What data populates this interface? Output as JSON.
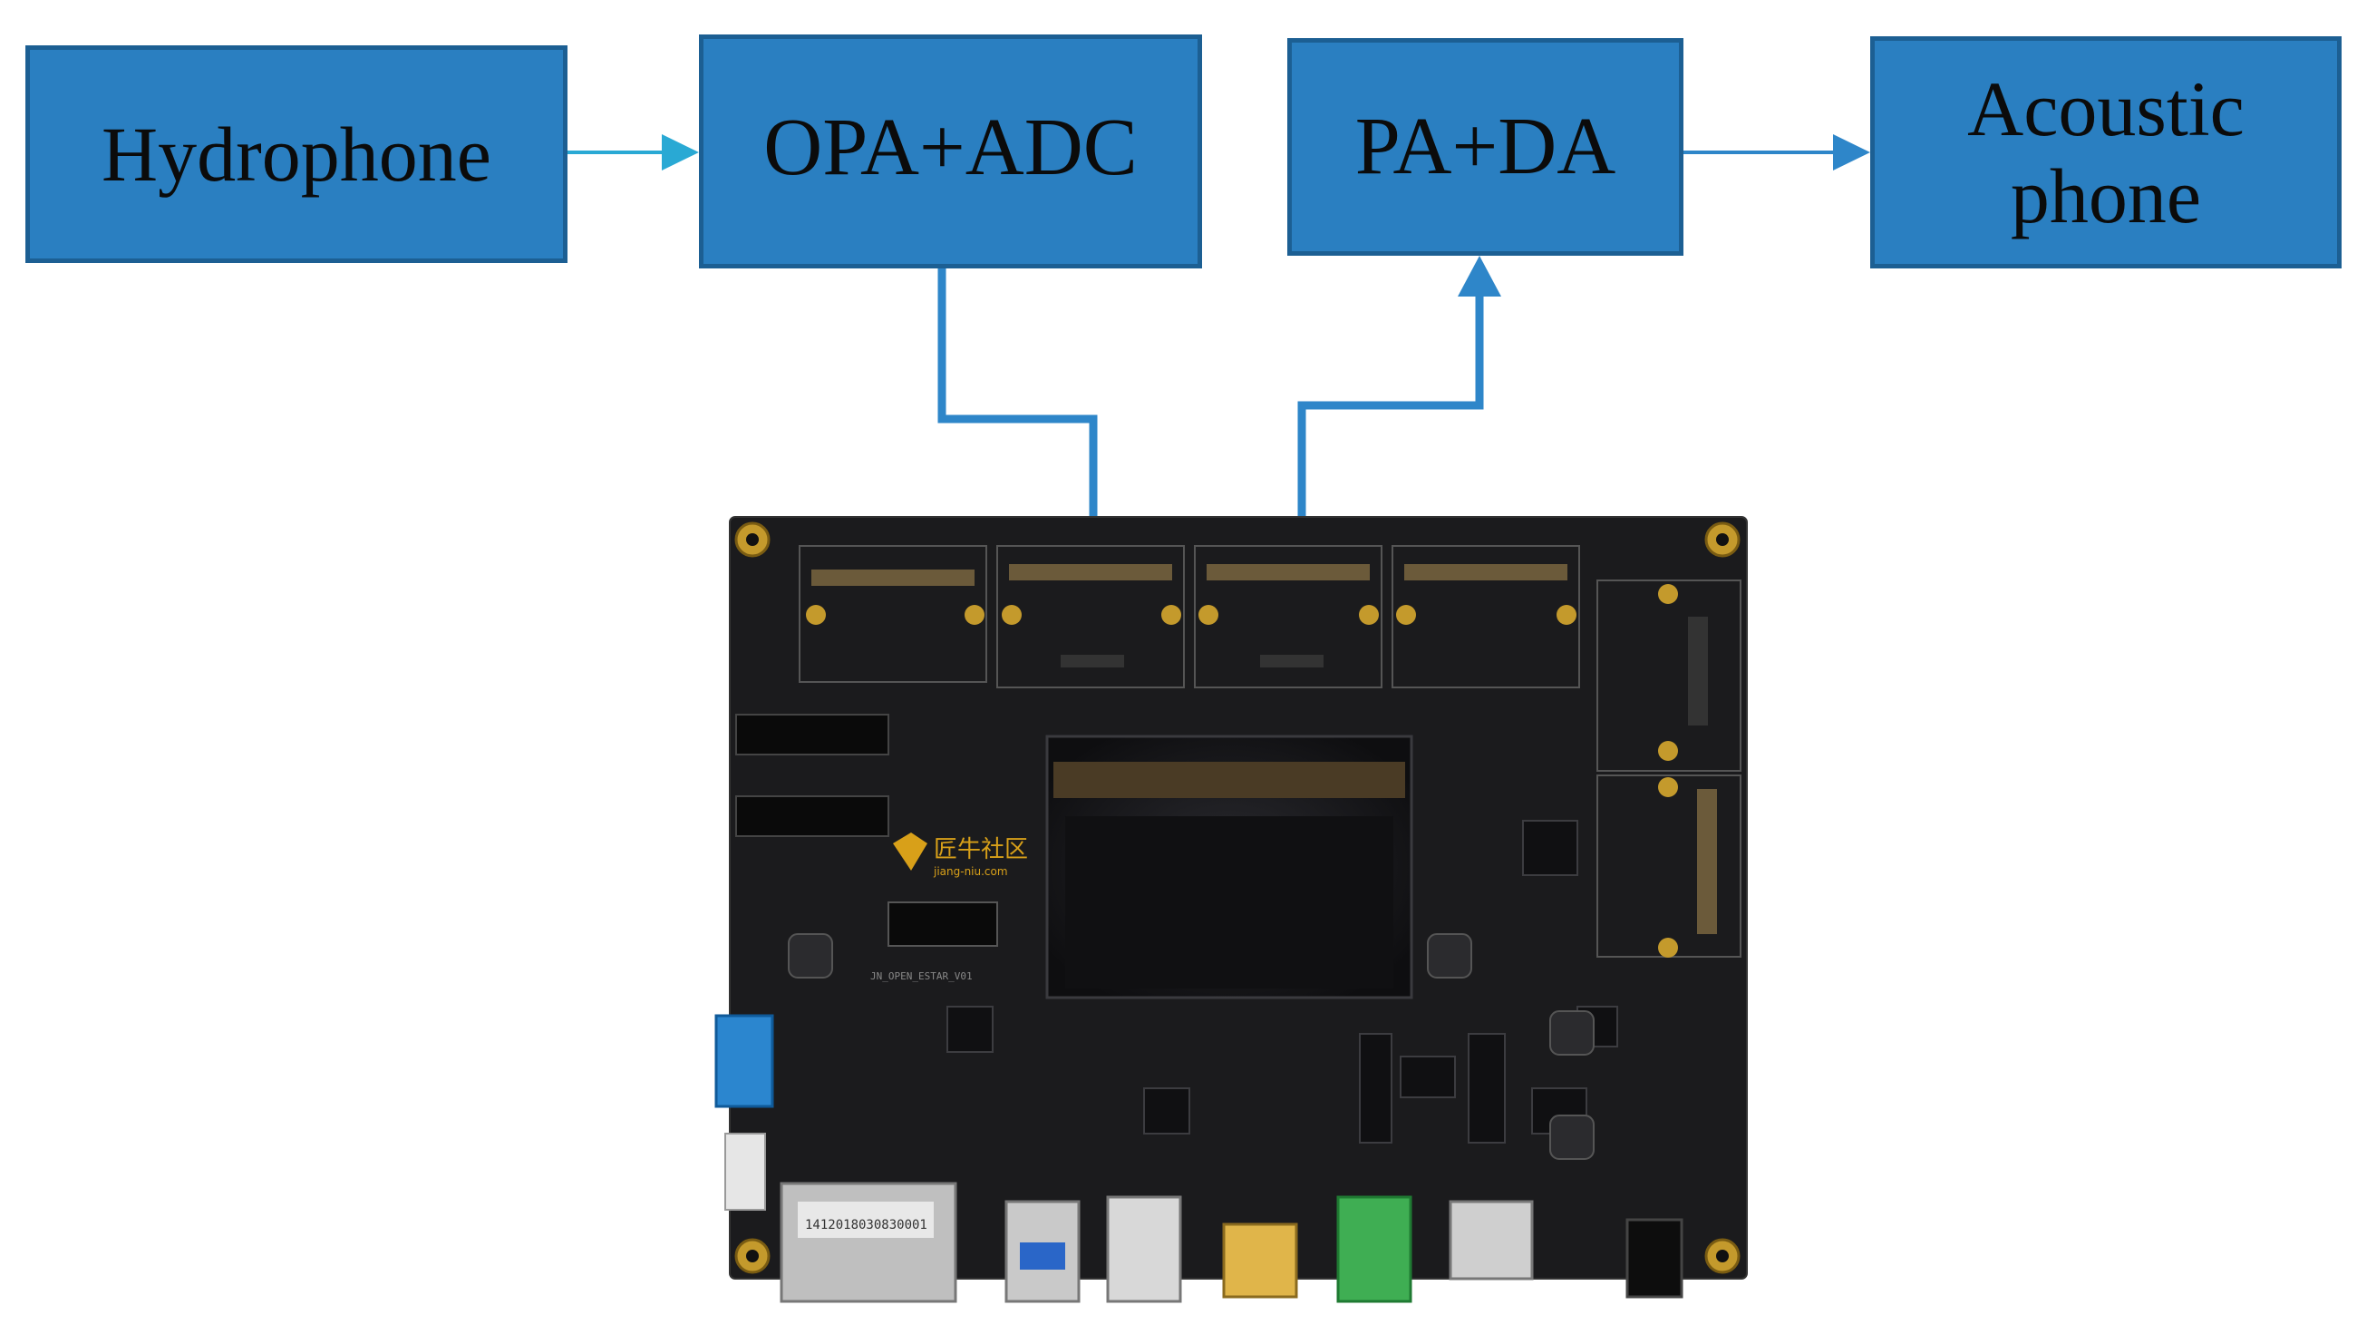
{
  "blocks": {
    "hydrophone": "Hydrophone",
    "opa_adc": "OPA+ADC",
    "pa_da": "PA+DA",
    "acoustic_line1": "Acoustic",
    "acoustic_line2": "phone"
  },
  "board": {
    "label_barcode": "1412018030830001",
    "label_silkscreen": "JN_OPEN_ESTAR_V01",
    "logo_text": "匠牛社区",
    "logo_sub": "jiang-niu.com"
  },
  "colors": {
    "block_fill": "#2a7fc1",
    "block_border": "#1c5f93",
    "arrow_cyan": "#29a9d4",
    "arrow_blue": "#2e86c9",
    "pcb": "#1b1b1d"
  }
}
